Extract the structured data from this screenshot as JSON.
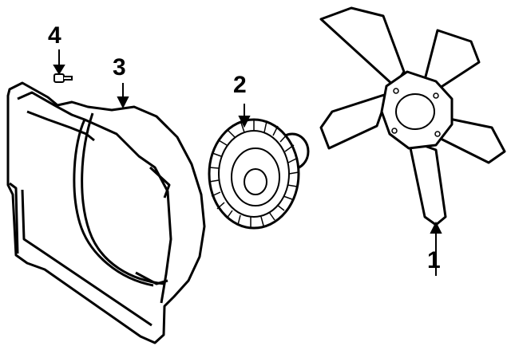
{
  "callouts": [
    {
      "label": "1",
      "part": "fan-blade"
    },
    {
      "label": "2",
      "part": "fan-clutch"
    },
    {
      "label": "3",
      "part": "fan-shroud"
    },
    {
      "label": "4",
      "part": "shroud-bolt"
    }
  ],
  "colors": {
    "ink": "#000000",
    "paper": "#ffffff"
  }
}
